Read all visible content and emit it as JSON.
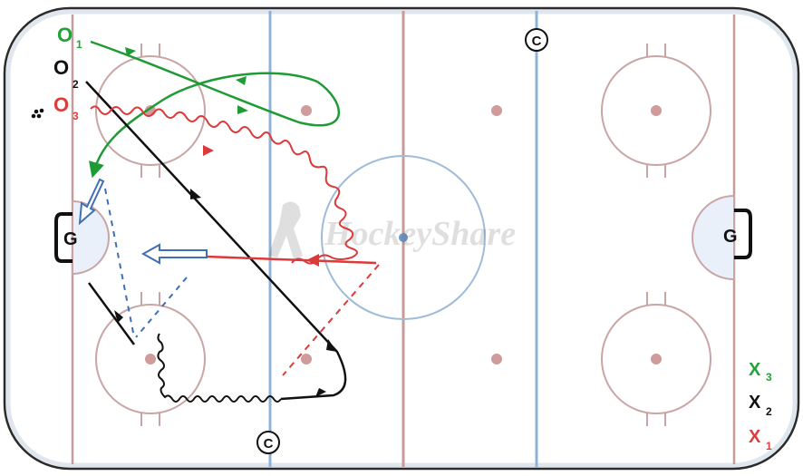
{
  "rink": {
    "colors": {
      "board": "#2b2b2b",
      "ice_edge": "#dfe6ee",
      "red_line": "#c89a9a",
      "blue_line": "#8fb3d6",
      "faceoff": "#c9a5a5",
      "center_circle": "#9fbbd8",
      "crease_fill": "#e9f0fa"
    },
    "goalies": [
      {
        "label": "G",
        "side": "left",
        "icon": "goalie-icon"
      },
      {
        "label": "G",
        "side": "right",
        "icon": "goalie-icon"
      }
    ],
    "coaches": [
      {
        "label": "C",
        "icon": "coach-icon"
      },
      {
        "label": "C",
        "icon": "coach-icon"
      }
    ],
    "watermark": "HockeyShare"
  },
  "offense": [
    {
      "symbol": "O",
      "number": "1",
      "color": "#22a33a"
    },
    {
      "symbol": "O",
      "number": "2",
      "color": "#111111"
    },
    {
      "symbol": "O",
      "number": "3",
      "color": "#e03b3b"
    }
  ],
  "defense": [
    {
      "symbol": "X",
      "number": "3",
      "color": "#22a33a"
    },
    {
      "symbol": "X",
      "number": "2",
      "color": "#111111"
    },
    {
      "symbol": "X",
      "number": "1",
      "color": "#e03b3b"
    }
  ],
  "puck_marker": {
    "icon": "puck-pile-icon"
  },
  "paths": {
    "green": "#1f9b35",
    "black": "#111111",
    "red": "#dc3a3a",
    "pass_blue": "#3f6fb5"
  }
}
